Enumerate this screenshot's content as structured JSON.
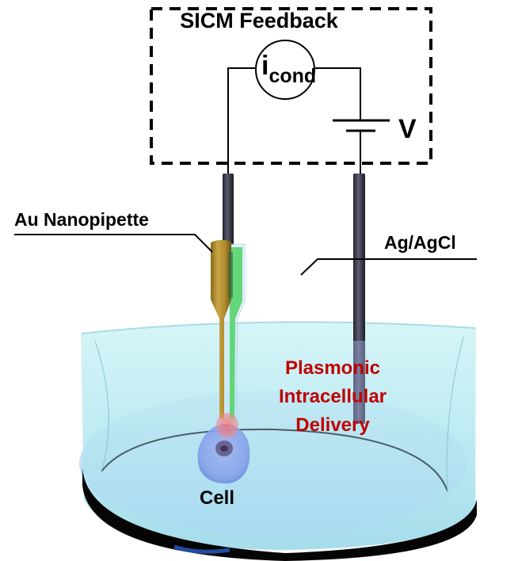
{
  "diagram": {
    "feedback_box": {
      "title": "SICM Feedback",
      "current_meter": {
        "symbol": "i",
        "subscript": "cond"
      },
      "voltage_source": {
        "label": "V"
      }
    },
    "labels": {
      "pipette": "Au Nanopipette",
      "reference_electrode": "Ag/AgCl",
      "cell": "Cell",
      "process_lines": [
        "Plasmonic",
        "Intracellular",
        "Delivery"
      ]
    },
    "colors": {
      "process_text": "#c00000",
      "gold_coating": "#b8962e",
      "pipette_fill": "#4fd06a",
      "electrode": "#3a3a4a",
      "liquid": "#b9ecf2",
      "cell": "#7f9de8",
      "delivery_spot": "#f08080"
    }
  }
}
